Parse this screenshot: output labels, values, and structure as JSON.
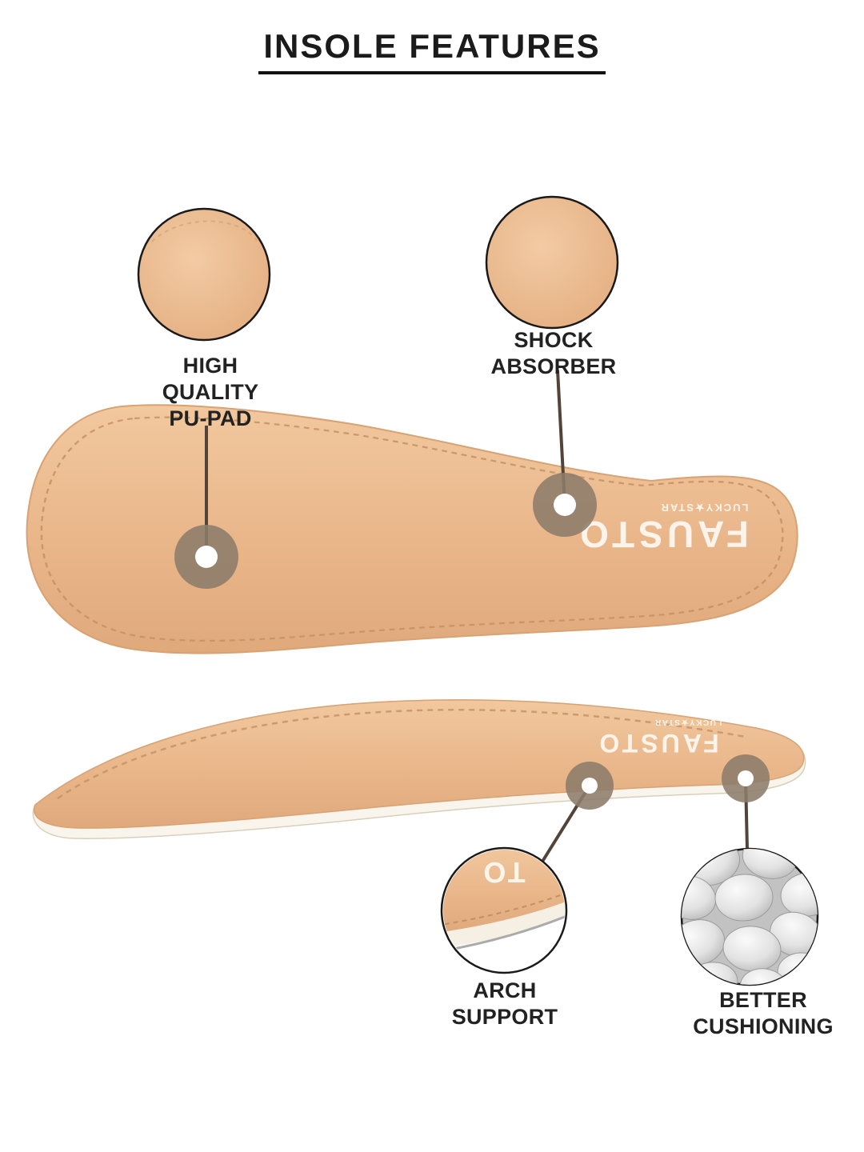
{
  "page": {
    "title": "INSOLE FEATURES",
    "background": "#ffffff"
  },
  "brand": {
    "name": "FAUSTO",
    "tagline": "LUCKY★STAR"
  },
  "callouts": [
    {
      "id": "pu-pad",
      "label": "HIGH\nQUALITY\nPU-PAD"
    },
    {
      "id": "shock",
      "label": "SHOCK\nABSORBER"
    },
    {
      "id": "arch",
      "label": "ARCH\nSUPPORT"
    },
    {
      "id": "cushion",
      "label": "BETTER\nCUSHIONING"
    }
  ],
  "arch_zoom": {
    "text": "TO"
  },
  "colors": {
    "insole_tan": "#e9b68a",
    "insole_tan_light": "#f2c89e",
    "insole_tan_dark": "#dfa97c",
    "stitch": "#c49063",
    "foam_white": "#f9f5ec",
    "marker_donut": "#8c7c6a",
    "connector_line": "#53443a",
    "circle_border": "#1a1a1a",
    "text": "#222222",
    "pebble_light": "#fbfbfb",
    "pebble_dark": "#aeaeae"
  }
}
